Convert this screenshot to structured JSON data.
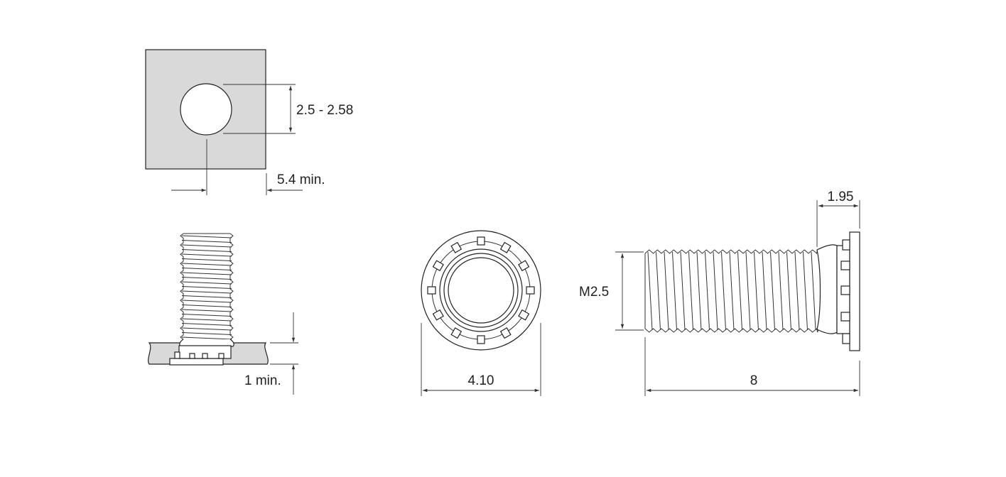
{
  "drawing": {
    "dimensions": {
      "hole_diameter": "2.5 - 2.58",
      "edge_distance": "5.4 min.",
      "sheet_thickness": "1 min.",
      "head_diameter": "4.10",
      "head_height": "1.95",
      "thread_size": "M2.5",
      "length": "8"
    },
    "colors": {
      "line": "#333333",
      "sheet_fill": "#d9d9d9",
      "part_fill": "#ffffff"
    }
  }
}
